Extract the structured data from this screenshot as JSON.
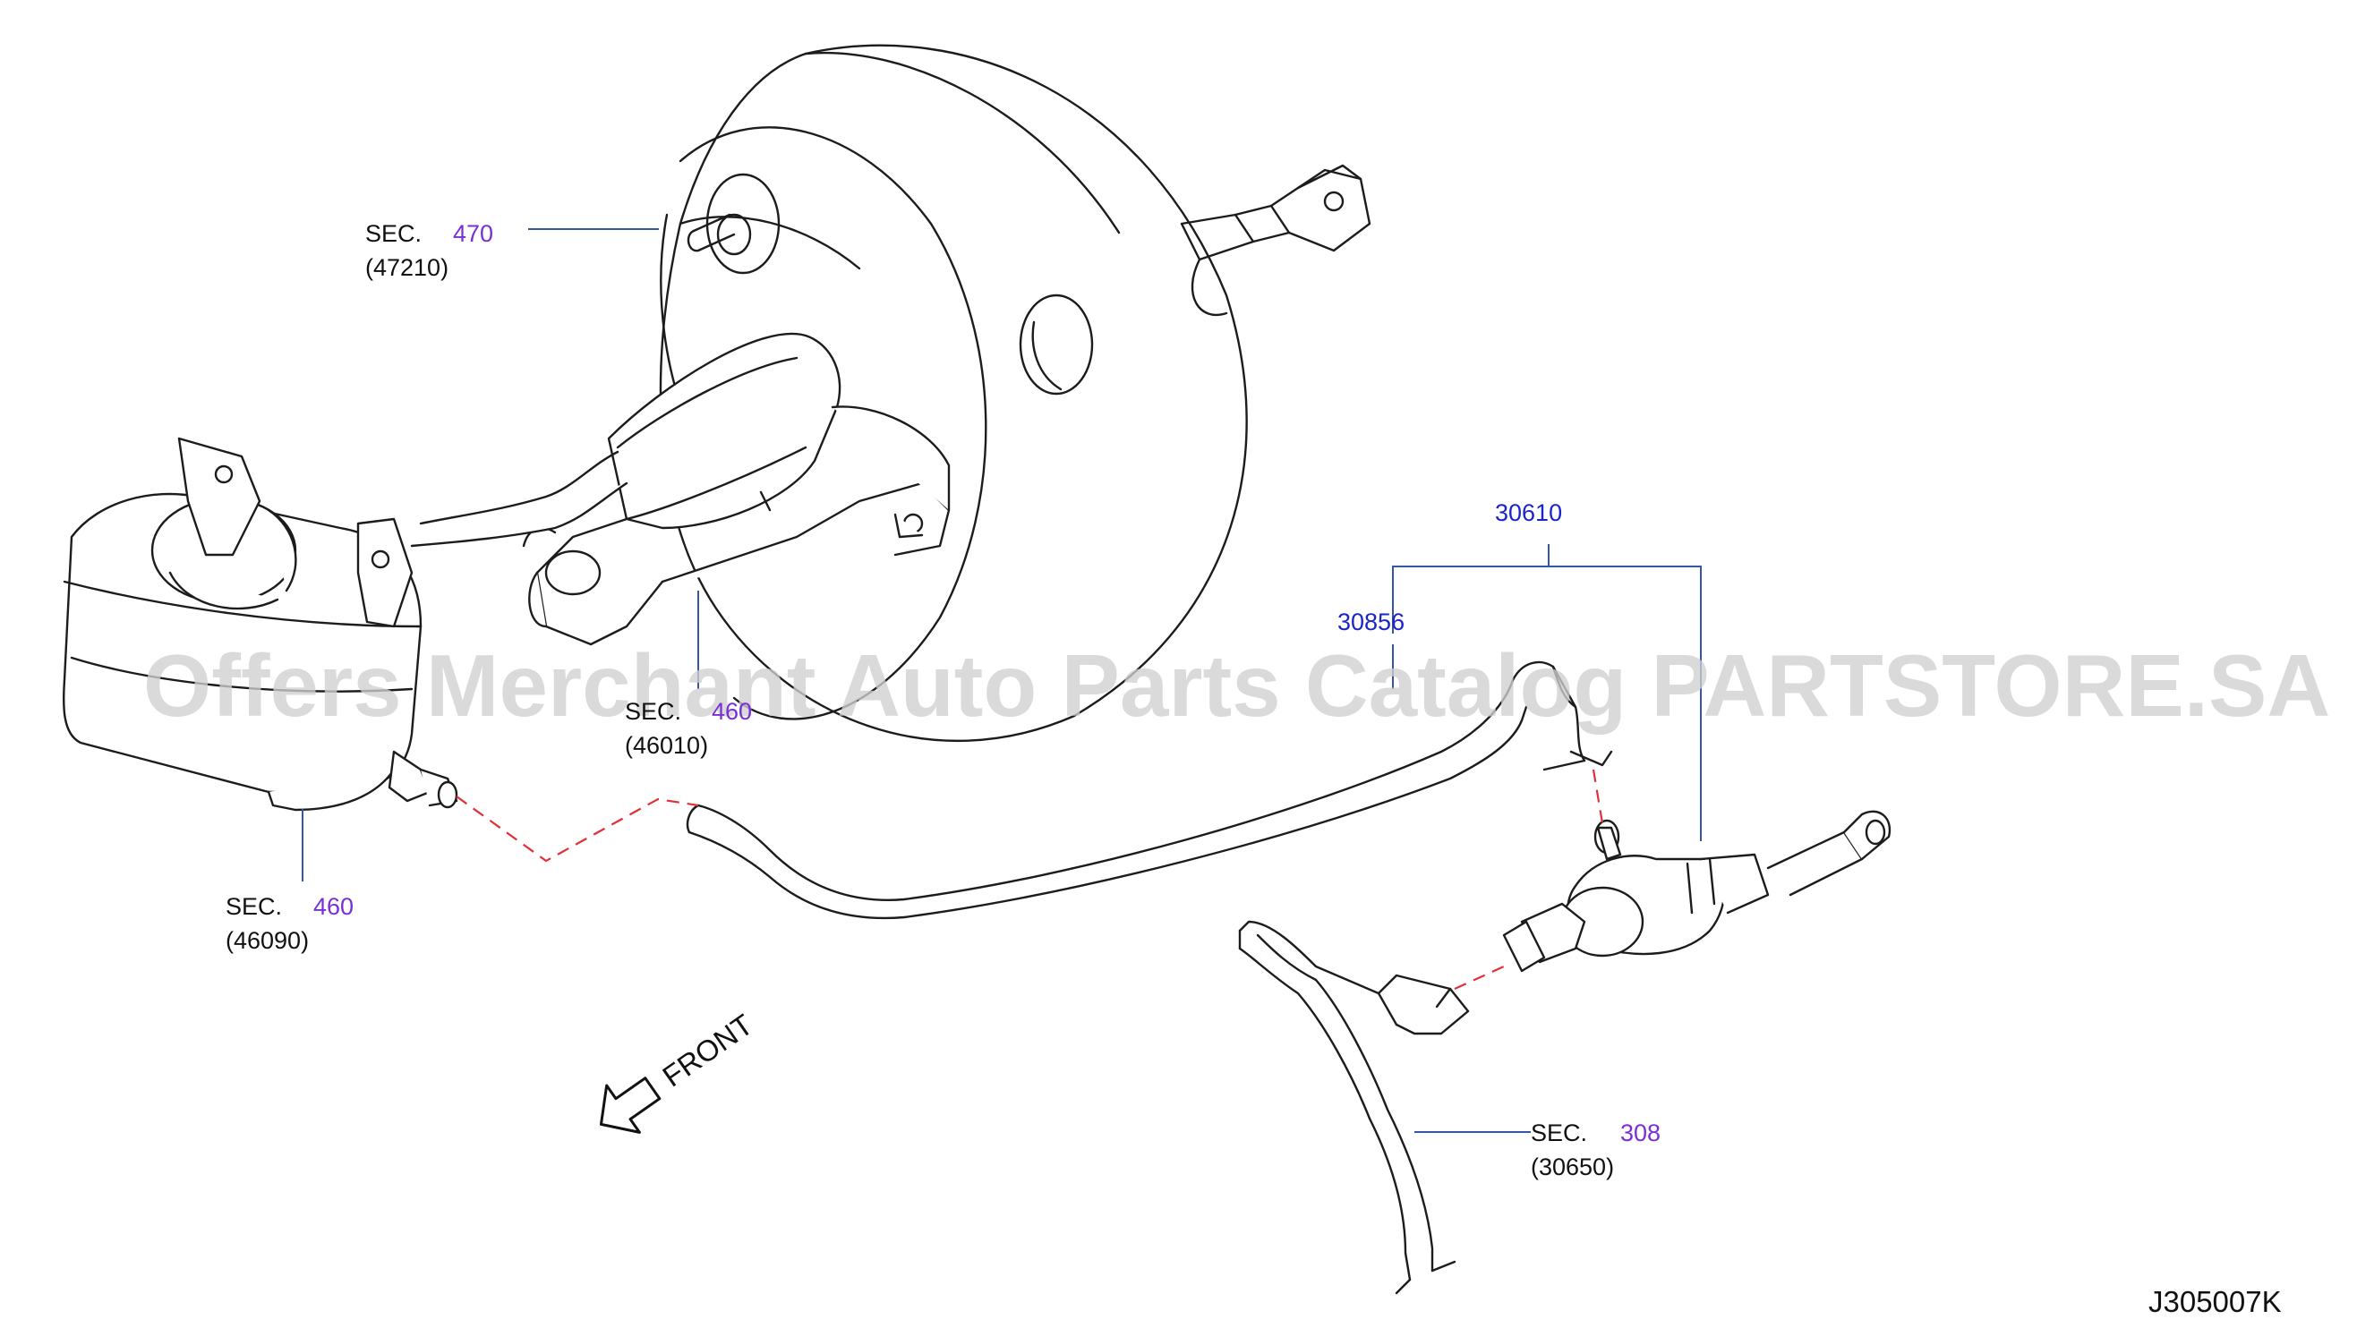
{
  "labels": {
    "sec_prefix": "SEC.",
    "booster_sec": "470",
    "booster_part": "(47210)",
    "master_cyl_sec": "460",
    "master_cyl_part": "(46010)",
    "reservoir_sec": "460",
    "reservoir_part": "(46090)",
    "clutch_pipe_sec": "308",
    "clutch_pipe_part": "(30650)",
    "assembly_pn": "30610",
    "hose_pn": "30856",
    "front_arrow": "FRONT",
    "diagram_code": "J305007K"
  },
  "watermark": "Offers Merchant Auto Parts Catalog PARTSTORE.SA",
  "colors": {
    "sec_number": "#7a2ed8",
    "part_number": "#1a25c9",
    "leader_line": "#3355aa",
    "dashed_connection": "#e0303a",
    "outline": "#1c1c1c"
  }
}
